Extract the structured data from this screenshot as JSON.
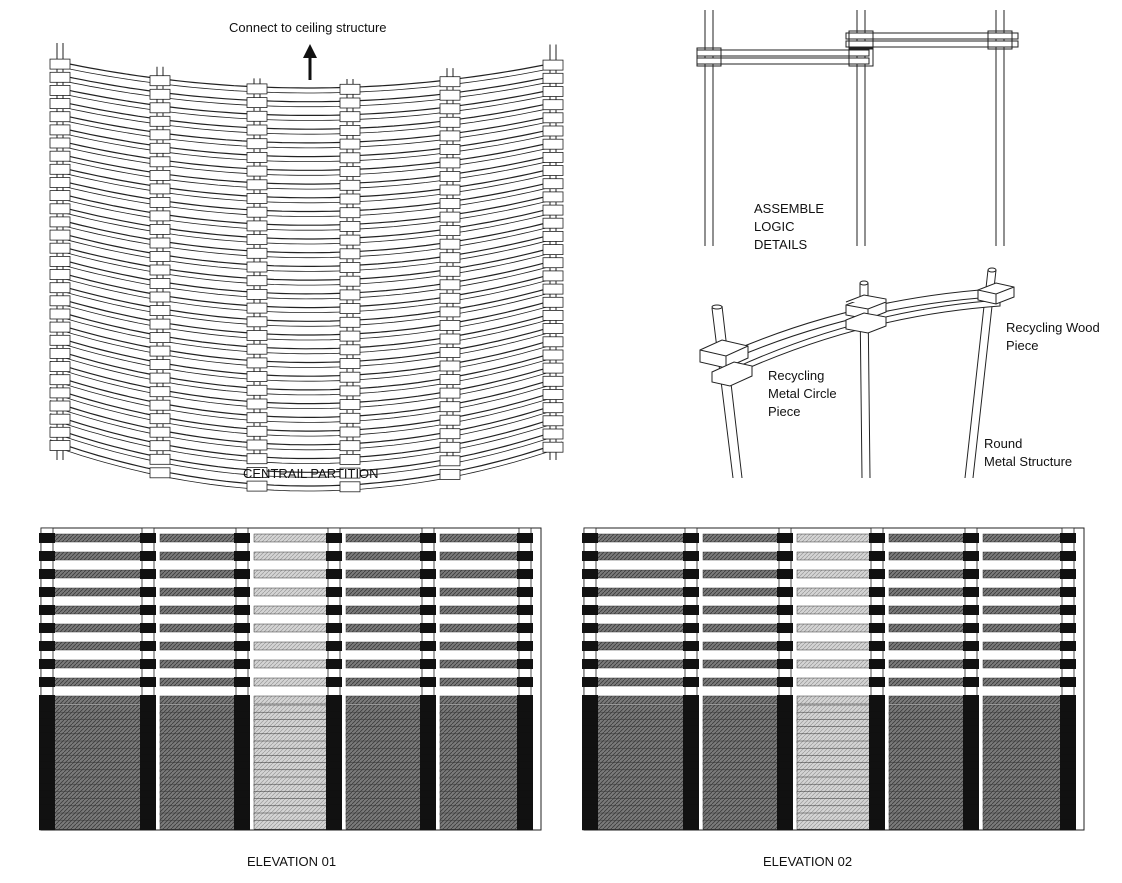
{
  "labels": {
    "ceiling": "Connect to ceiling structure",
    "partition": "CENTRAIL PARTITION",
    "assemble": [
      "ASSEMBLE",
      "LOGIC",
      "DETAILS"
    ],
    "wood": [
      "Recycling Wood",
      "Piece"
    ],
    "metal_circle": [
      "Recycling",
      "Metal Circle",
      "Piece"
    ],
    "round_metal": [
      "Round",
      "Metal Structure"
    ],
    "elevation1": "ELEVATION 01",
    "elevation2": "ELEVATION 02"
  },
  "colors": {
    "ink": "#111111",
    "board_dark": "#6e6e6e",
    "board_light": "#c8c8c8",
    "clip": "#111111"
  }
}
